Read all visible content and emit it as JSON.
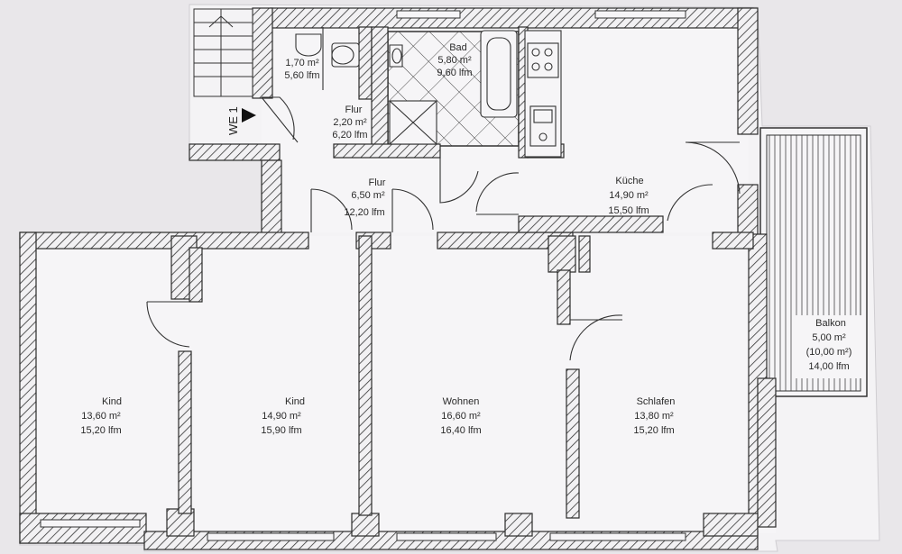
{
  "plan": {
    "unit_label": "WE 1",
    "rooms": [
      {
        "id": "wc",
        "name": "",
        "area": "1,70 m²",
        "perimeter": "5,60 lfm"
      },
      {
        "id": "flur-small",
        "name": "Flur",
        "area": "2,20 m²",
        "perimeter": "6,20 lfm"
      },
      {
        "id": "bad",
        "name": "Bad",
        "area": "5,80 m²",
        "perimeter": "9,60 lfm"
      },
      {
        "id": "flur-main",
        "name": "Flur",
        "area": "6,50 m²",
        "perimeter": "12,20 lfm"
      },
      {
        "id": "kueche",
        "name": "Küche",
        "area": "14,90 m²",
        "perimeter": "15,50 lfm"
      },
      {
        "id": "kind-1",
        "name": "Kind",
        "area": "13,60 m²",
        "perimeter": "15,20 lfm"
      },
      {
        "id": "kind-2",
        "name": "Kind",
        "area": "14,90 m²",
        "perimeter": "15,90 lfm"
      },
      {
        "id": "wohnen",
        "name": "Wohnen",
        "area": "16,60 m²",
        "perimeter": "16,40 lfm"
      },
      {
        "id": "schlafen",
        "name": "Schlafen",
        "area": "13,80 m²",
        "perimeter": "15,20 lfm"
      },
      {
        "id": "balkon",
        "name": "Balkon",
        "area": "5,00 m²",
        "extra": "(10,00 m²)",
        "perimeter": "14,00 lfm"
      }
    ],
    "colors": {
      "paper": "#f4f3f5",
      "background": "#e9e7ea",
      "wall_line": "#2b2b2b",
      "floor": "#f6f5f7"
    }
  }
}
